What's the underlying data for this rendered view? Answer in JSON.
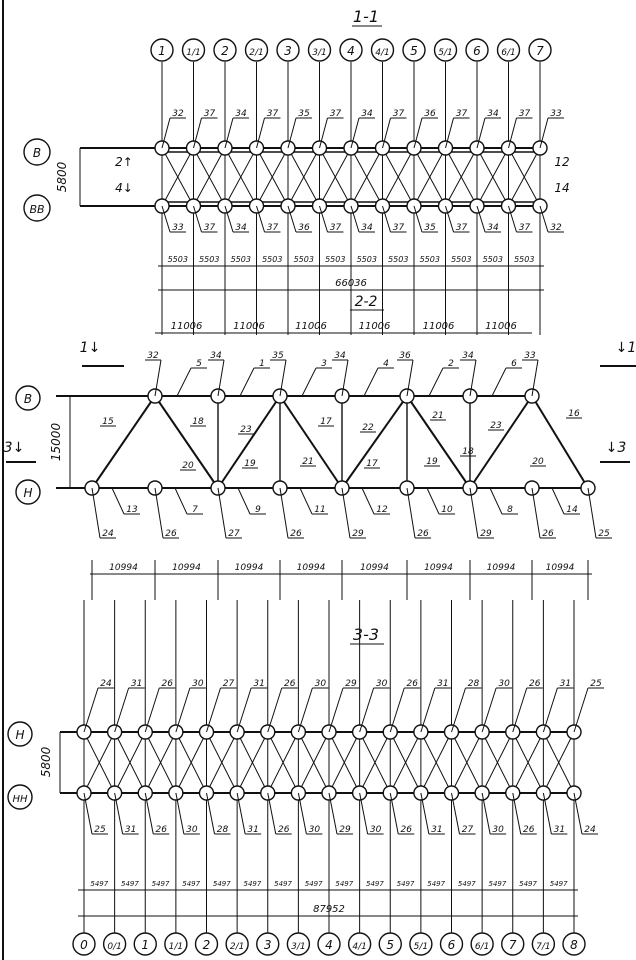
{
  "section_titles": {
    "s11": "1-1",
    "s22": "2-2",
    "s33": "3-3"
  },
  "axes_top": [
    "1",
    "1/1",
    "2",
    "2/1",
    "3",
    "3/1",
    "4",
    "4/1",
    "5",
    "5/1",
    "6",
    "6/1",
    "7"
  ],
  "axes_bottom": [
    "0",
    "0/1",
    "1",
    "1/1",
    "2",
    "2/1",
    "3",
    "3/1",
    "4",
    "4/1",
    "5",
    "5/1",
    "6",
    "6/1",
    "7",
    "7/1",
    "8"
  ],
  "rows": {
    "top_upper": "В",
    "top_lower": "ВВ",
    "mid_upper": "В",
    "mid_lower": "Н",
    "bot_upper": "Н",
    "bot_lower": "НН"
  },
  "heights": {
    "plan_top": "5800",
    "truss": "15000",
    "plan_bottom": "5800"
  },
  "plan_top": {
    "upper_marks": [
      "32",
      "37",
      "34",
      "37",
      "35",
      "37",
      "34",
      "37",
      "36",
      "37",
      "34",
      "37",
      "33"
    ],
    "lower_marks": [
      "33",
      "37",
      "34",
      "37",
      "36",
      "37",
      "34",
      "37",
      "35",
      "37",
      "34",
      "37",
      "32"
    ],
    "left_labels": [
      "2↑",
      "4↓"
    ],
    "right_labels": [
      "12",
      "14"
    ],
    "spacing": "5503",
    "total": "66036"
  },
  "truss": {
    "upper_panel": "11006",
    "upper_node_marks": [
      "32",
      "34",
      "35",
      "34",
      "36",
      "34",
      "33"
    ],
    "chord_upper_marks": [
      "5",
      "1",
      "3",
      "4",
      "2",
      "6"
    ],
    "chord_lower_marks": [
      "13",
      "7",
      "9",
      "11",
      "12",
      "10",
      "8",
      "14"
    ],
    "lower_node_marks": [
      "24",
      "26",
      "27",
      "26",
      "29",
      "26",
      "29",
      "26",
      "25"
    ],
    "diagonal_marks": [
      "15",
      "18",
      "20",
      "23",
      "19",
      "17",
      "21",
      "22",
      "17",
      "21",
      "19",
      "23",
      "18",
      "20",
      "16"
    ],
    "cut_marks": {
      "left_top": "1",
      "right_top": "1",
      "left_side": "3",
      "right_side": "3"
    },
    "lower_panel": "10994"
  },
  "plan_bottom": {
    "upper_marks": [
      "24",
      "31",
      "26",
      "30",
      "27",
      "31",
      "26",
      "30",
      "29",
      "30",
      "26",
      "31",
      "28",
      "30",
      "26",
      "31",
      "25"
    ],
    "lower_marks": [
      "25",
      "31",
      "26",
      "30",
      "28",
      "31",
      "26",
      "30",
      "29",
      "30",
      "26",
      "31",
      "27",
      "30",
      "26",
      "31",
      "24"
    ],
    "spacing": "5497",
    "total": "87952"
  },
  "colors": {
    "ink": "#111111",
    "paper": "#ffffff"
  }
}
